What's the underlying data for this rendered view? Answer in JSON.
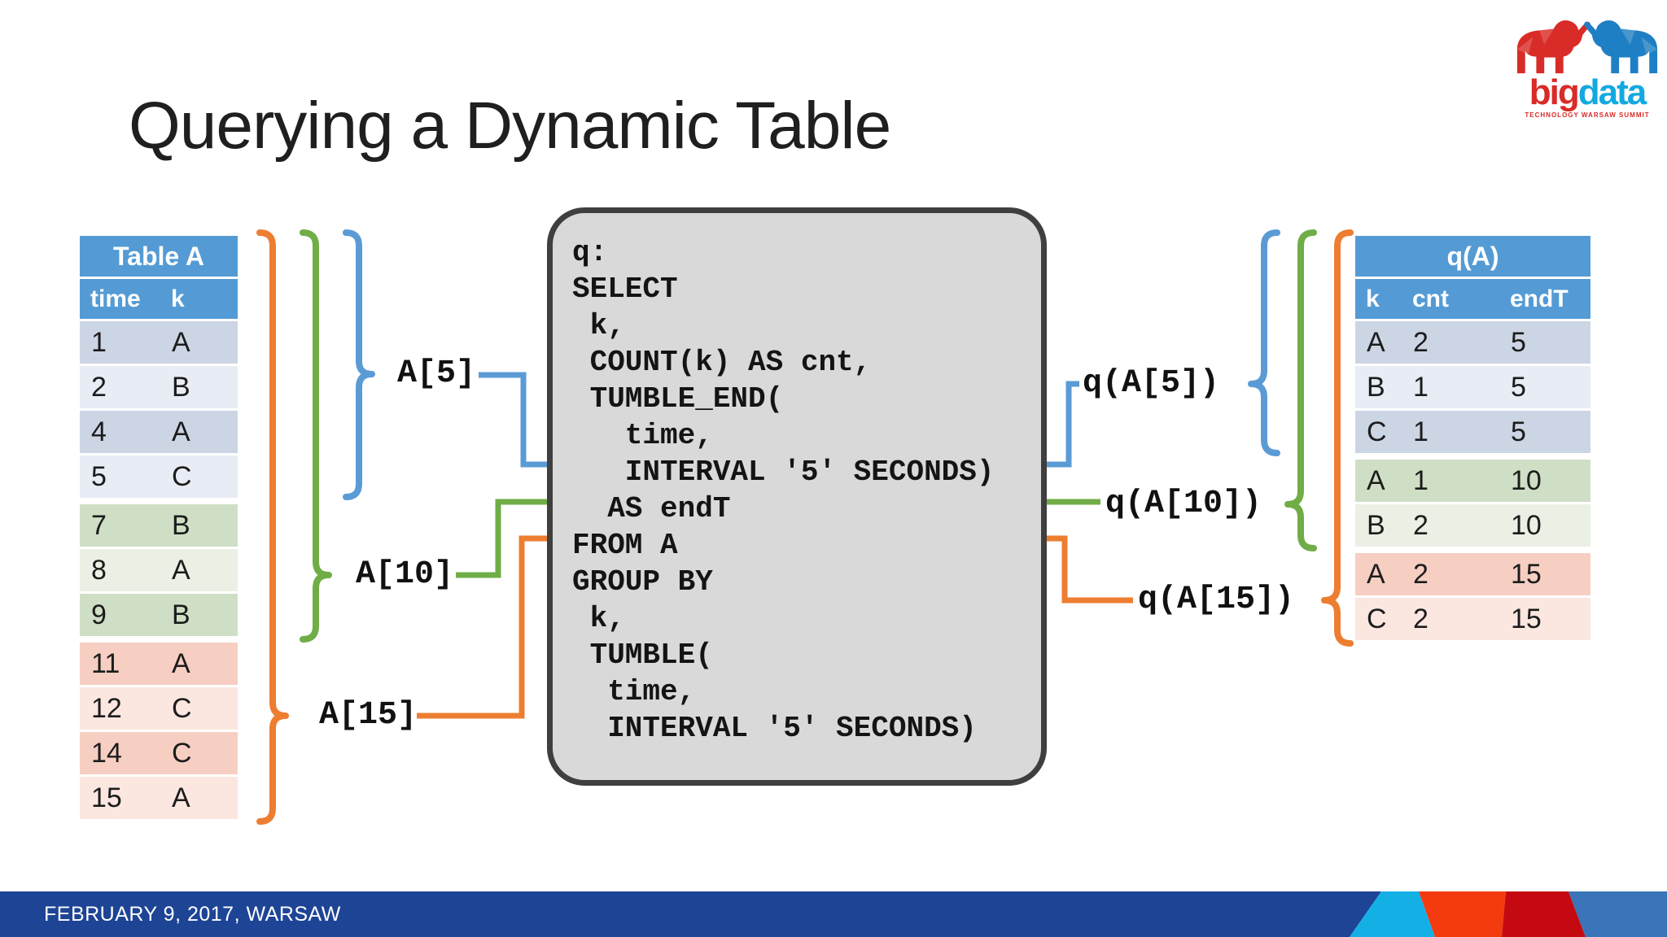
{
  "title": "Querying a Dynamic Table",
  "colors": {
    "accent_blue": "#5b9bd5",
    "accent_green": "#70ad47",
    "accent_orange": "#ed7d31",
    "header_blue": "#549bd5",
    "box_fill": "#d9d9d9",
    "box_border": "#3f3f3f",
    "footer_bar": "#1d4495",
    "footer_cyan": "#13b0e6",
    "footer_red": "#f43b10",
    "footer_darkred": "#c40a10",
    "footer_steel": "#3a74b9",
    "logo_red": "#d92b27",
    "logo_blue": "#1f7fc4",
    "logo_word_blue": "#12a9e0"
  },
  "table_a": {
    "title": "Table A",
    "columns": [
      "time",
      "k"
    ],
    "rows": [
      {
        "time": "1",
        "k": "A"
      },
      {
        "time": "2",
        "k": "B"
      },
      {
        "time": "4",
        "k": "A"
      },
      {
        "time": "5",
        "k": "C"
      },
      {
        "time": "7",
        "k": "B"
      },
      {
        "time": "8",
        "k": "A"
      },
      {
        "time": "9",
        "k": "B"
      },
      {
        "time": "11",
        "k": "A"
      },
      {
        "time": "12",
        "k": "C"
      },
      {
        "time": "14",
        "k": "C"
      },
      {
        "time": "15",
        "k": "A"
      }
    ]
  },
  "query_box": {
    "name": "q:",
    "lines": [
      "SELECT",
      " k,",
      " COUNT(k) AS cnt,",
      " TUMBLE_END(",
      "   time,",
      "   INTERVAL '5' SECONDS)",
      "  AS endT",
      "FROM A",
      "GROUP BY",
      " k,",
      " TUMBLE(",
      "  time,",
      "  INTERVAL '5' SECONDS)"
    ]
  },
  "result_table": {
    "title": "q(A)",
    "columns": [
      "k",
      "cnt",
      "endT"
    ],
    "rows": [
      {
        "k": "A",
        "cnt": "2",
        "endT": "5"
      },
      {
        "k": "B",
        "cnt": "1",
        "endT": "5"
      },
      {
        "k": "C",
        "cnt": "1",
        "endT": "5"
      },
      {
        "k": "A",
        "cnt": "1",
        "endT": "10"
      },
      {
        "k": "B",
        "cnt": "2",
        "endT": "10"
      },
      {
        "k": "A",
        "cnt": "2",
        "endT": "15"
      },
      {
        "k": "C",
        "cnt": "2",
        "endT": "15"
      }
    ]
  },
  "window_labels": {
    "w5": "A[5]",
    "w10": "A[10]",
    "w15": "A[15]",
    "q5": "q(A[5])",
    "q10": "q(A[10])",
    "q15": "q(A[15])"
  },
  "footer": {
    "date": "FEBRUARY 9, 2017, WARSAW"
  },
  "logo": {
    "word_big": "big",
    "word_data": "data",
    "tagline": "TECHNOLOGY WARSAW SUMMIT"
  }
}
